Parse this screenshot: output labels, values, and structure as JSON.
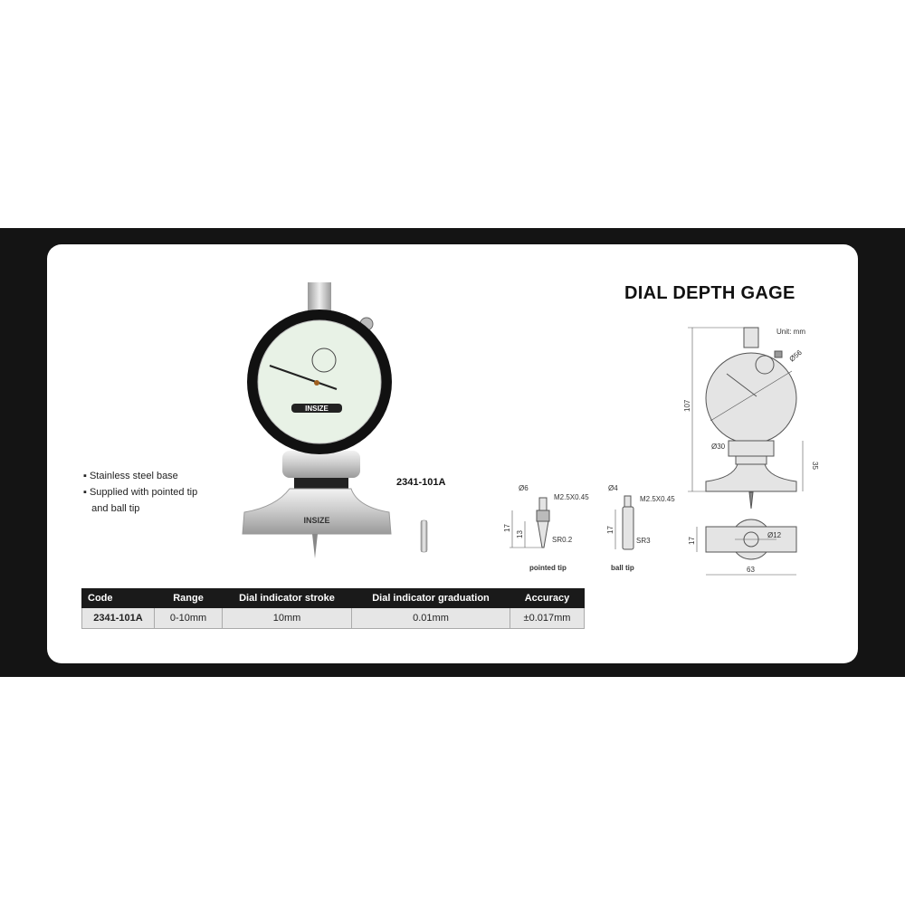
{
  "product": {
    "title": "DIAL DEPTH GAGE",
    "model_code": "2341-101A",
    "features": [
      "Stainless steel base",
      "Supplied with pointed tip",
      "and ball tip"
    ],
    "brand": "INSIZE"
  },
  "drawing": {
    "unit": "Unit: mm",
    "height_dim": "107",
    "dial_dia": "Ø56",
    "collar_dia": "Ø30",
    "base_height": "35",
    "base_thickness": "17",
    "hole_dia": "Ø12",
    "base_length": "63",
    "pointed_tip": {
      "dia": "Ø6",
      "thread": "M2.5X0.45",
      "length": "17",
      "taper": "13",
      "radius": "SR0.2",
      "caption": "pointed tip"
    },
    "ball_tip": {
      "dia": "Ø4",
      "thread": "M2.5X0.45",
      "length": "17",
      "radius": "SR3",
      "caption": "ball tip"
    }
  },
  "spec_table": {
    "headers": [
      "Code",
      "Range",
      "Dial indicator stroke",
      "Dial indicator graduation",
      "Accuracy"
    ],
    "rows": [
      [
        "2341-101A",
        "0-10mm",
        "10mm",
        "0.01mm",
        "±0.017mm"
      ]
    ]
  },
  "colors": {
    "band": "#141414",
    "dial_face": "#e8f2e6",
    "header_bg": "#1a1a1a"
  }
}
